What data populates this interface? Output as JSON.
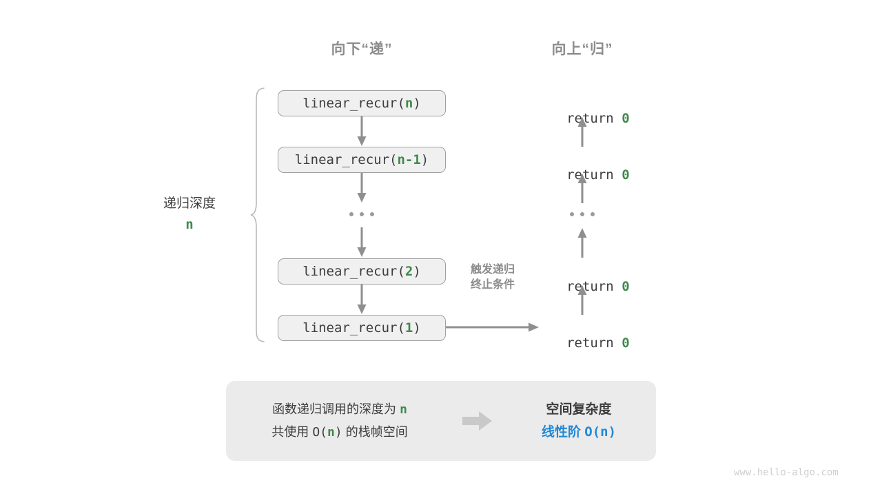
{
  "colors": {
    "green": "#3f8a4c",
    "blue": "#2189d6",
    "gray_text": "#3d3d3d",
    "gray_muted": "#8c8c8c",
    "arrow": "#8f8f8f",
    "box_fill": "#f0f0f0",
    "box_border": "#a0a0a0",
    "panel_fill": "#ebebeb",
    "watermark": "#cfcfcf"
  },
  "headings": {
    "down": "向下“递”",
    "up": "向上“归”"
  },
  "depth": {
    "label": "递归深度",
    "value": "n"
  },
  "trigger_note": {
    "line1": "触发递归",
    "line2": "终止条件"
  },
  "call_stack": [
    {
      "prefix": "linear_recur(",
      "arg": "n",
      "suffix": ")",
      "kind": "box"
    },
    {
      "prefix": "linear_recur(",
      "arg": "n-1",
      "suffix": ")",
      "kind": "box"
    },
    {
      "prefix": "",
      "arg": "",
      "suffix": "",
      "kind": "ellipsis"
    },
    {
      "prefix": "linear_recur(",
      "arg": "2",
      "suffix": ")",
      "kind": "box"
    },
    {
      "prefix": "linear_recur(",
      "arg": "1",
      "suffix": ")",
      "kind": "box"
    }
  ],
  "return_stack": [
    {
      "keyword": "return ",
      "value": "0",
      "kind": "label"
    },
    {
      "keyword": "return ",
      "value": "0",
      "kind": "label"
    },
    {
      "keyword": "",
      "value": "",
      "kind": "ellipsis"
    },
    {
      "keyword": "return ",
      "value": "0",
      "kind": "label"
    },
    {
      "keyword": "return ",
      "value": "0",
      "kind": "label"
    }
  ],
  "summary": {
    "left_line1_a": "函数递归调用的深度为",
    "left_line1_b": "n",
    "left_line2_a": "共使用",
    "left_line2_b": "O(",
    "left_line2_c": "n",
    "left_line2_d": ")",
    "left_line2_e": "的栈帧空间",
    "right_title": "空间复杂度",
    "right_value_a": "线性阶",
    "right_value_b": "O(n)"
  },
  "watermark": "www.hello-algo.com"
}
